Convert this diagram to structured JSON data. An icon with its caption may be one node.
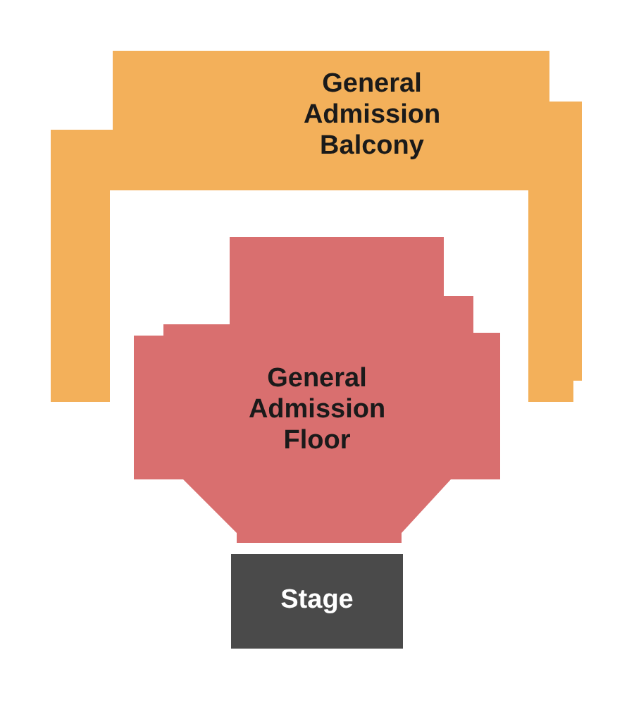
{
  "diagram": {
    "nodes": [
      {
        "text": [
          "General Admission Balcony"
        ]
      },
      {
        "text": [
          "General Admission Floor"
        ]
      },
      {
        "text": [
          "Stage"
        ]
      }
    ]
  }
}
